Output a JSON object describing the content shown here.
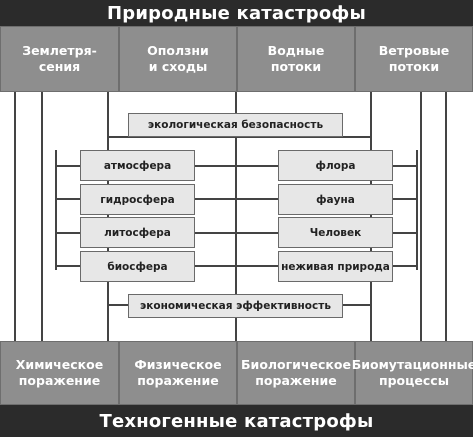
{
  "top_title": "Природные катастрофы",
  "bottom_title": "Техногенные катастрофы",
  "natural": [
    "Землетря-\nсения",
    "Оползни\nи сходы",
    "Водные\nпотоки",
    "Ветровые\nпотоки"
  ],
  "technogenic": [
    "Химическое\nпоражение",
    "Физическое\nпоражение",
    "Биологическое\nпоражение",
    "Биомутационные\nпроцессы"
  ],
  "ecology_label": "экологическая безопасность",
  "economy_label": "экономическая эффективность",
  "left_spheres": [
    "атмосфера",
    "гидросфера",
    "литосфера",
    "биосфера"
  ],
  "right_spheres": [
    "флора",
    "фауна",
    "Человек",
    "неживая природа"
  ],
  "colors": {
    "band": "#2b2b2b",
    "category": "#8e8e8e",
    "box": "#e7e7e7",
    "line": "#444444"
  }
}
